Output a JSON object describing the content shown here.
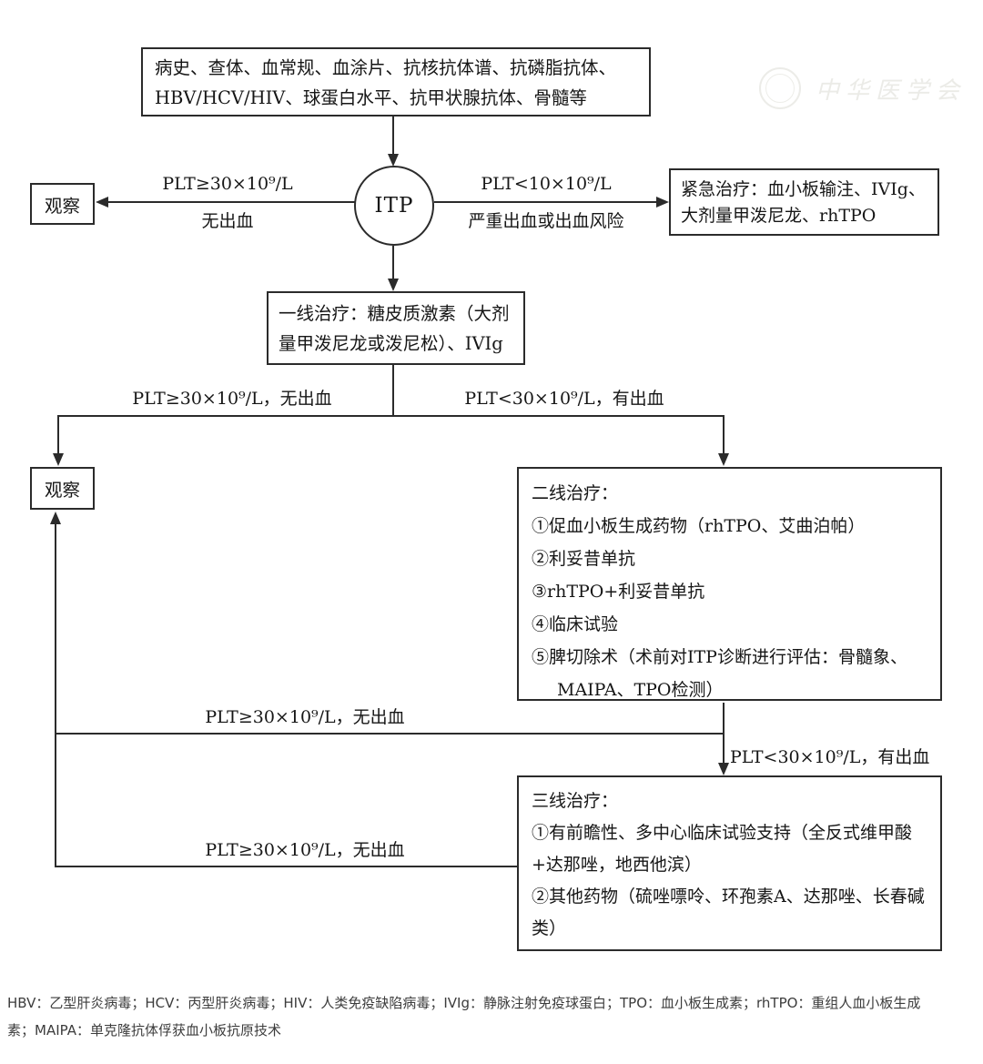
{
  "watermark": {
    "text": "中华医学会"
  },
  "boxes": {
    "workup": {
      "text": "病史、查体、血常规、血涂片、抗核抗体谱、抗磷脂抗体、HBV/HCV/HIV、球蛋白水平、抗甲状腺抗体、骨髓等"
    },
    "itp": {
      "label": "ITP"
    },
    "observe1": {
      "label": "观察"
    },
    "emergency": {
      "line1": "紧急治疗：血小板输注、IVIg、",
      "line2": "大剂量甲泼尼龙、rhTPO"
    },
    "firstline": {
      "line1": "一线治疗：糖皮质激素（大剂",
      "line2": "量甲泼尼龙或泼尼松）、IVIg"
    },
    "observe2": {
      "label": "观察"
    },
    "secondline": {
      "title": "二线治疗：",
      "items": [
        "①促血小板生成药物（rhTPO、艾曲泊帕）",
        "②利妥昔单抗",
        "③rhTPO+利妥昔单抗",
        "④临床试验",
        "⑤脾切除术（术前对ITP诊断进行评估：骨髓象、MAIPA、TPO检测）"
      ]
    },
    "thirdline": {
      "title": "三线治疗：",
      "items": [
        "①有前瞻性、多中心临床试验支持（全反式维甲酸+达那唑，地西他滨）",
        "②其他药物（硫唑嘌呤、环孢素A、达那唑、长春碱类）"
      ]
    }
  },
  "edges": {
    "itp_to_observe": {
      "top": "PLT≥30×10⁹/L",
      "bottom": "无出血"
    },
    "itp_to_emergency": {
      "top": "PLT<10×10⁹/L",
      "bottom": "严重出血或出血风险"
    },
    "first_split_left": "PLT≥30×10⁹/L，无出血",
    "first_split_right": "PLT<30×10⁹/L，有出血",
    "second_to_observe": "PLT≥30×10⁹/L，无出血",
    "second_to_third": "PLT<30×10⁹/L，有出血",
    "third_to_observe": "PLT≥30×10⁹/L，无出血"
  },
  "footnote": {
    "text": "HBV：乙型肝炎病毒；HCV：丙型肝炎病毒；HIV：人类免疫缺陷病毒；IVIg：静脉注射免疫球蛋白；TPO：血小板生成素；rhTPO：重组人血小板生成素；MAIPA：单克隆抗体俘获血小板抗原技术"
  }
}
